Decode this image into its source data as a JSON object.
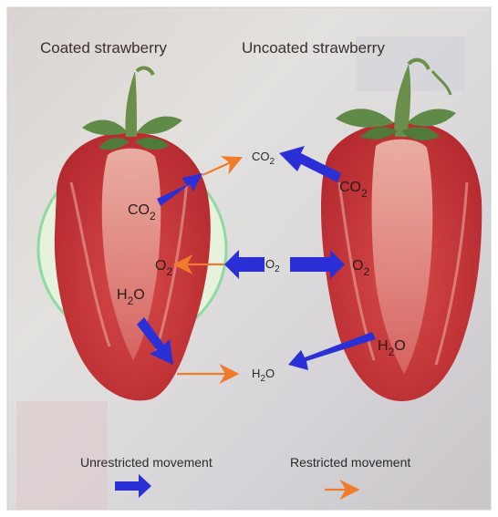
{
  "titles": {
    "coated": "Coated strawberry",
    "uncoated": "Uncoated strawberry"
  },
  "chemicals": {
    "co2": "CO",
    "co2_sub": "2",
    "o2": "O",
    "o2_sub": "2",
    "h2o_h": "H",
    "h2o_sub": "2",
    "h2o_o": "O"
  },
  "legend": {
    "unrestricted": "Unrestricted movement",
    "restricted": "Restricted movement"
  },
  "colors": {
    "unrestricted_arrow": "#2a2fd6",
    "restricted_arrow": "#f07b2a",
    "coating_ring": "#8fd9a2",
    "coating_fill": "#e6f2dc",
    "strawberry_flesh": "#c83a3c",
    "strawberry_core": "#d76a66",
    "calyx": "#5f8a48"
  }
}
